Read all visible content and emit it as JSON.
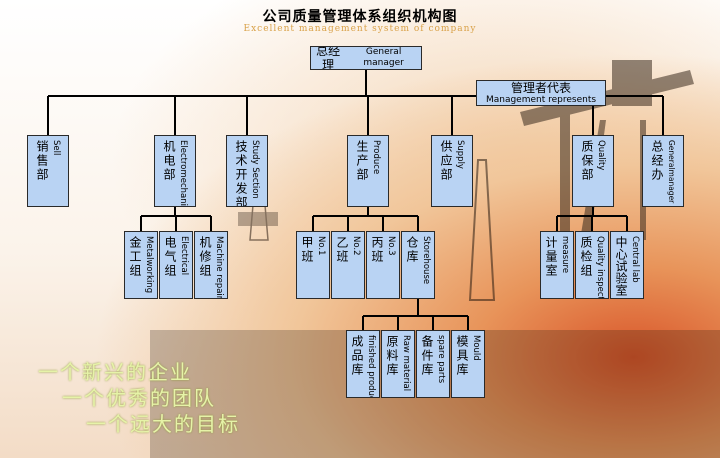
{
  "header": {
    "title": "公司质量管理体系组织机构图",
    "subtitle": "Excellent management system of company"
  },
  "top": {
    "zh": "总经理",
    "en": "General manager"
  },
  "rep": {
    "zh": "管理者代表",
    "en": "Management represents"
  },
  "departments": [
    {
      "zh": "销售部",
      "en": "Sell"
    },
    {
      "zh": "机电部",
      "en": "Electromechanical"
    },
    {
      "zh": "技术开发部",
      "en": "Study Section"
    },
    {
      "zh": "生产部",
      "en": "Produce"
    },
    {
      "zh": "供应部",
      "en": "Supply"
    },
    {
      "zh": "质保部",
      "en": "Quality"
    },
    {
      "zh": "总经办",
      "en": "Generalmanager office"
    }
  ],
  "electro_groups": [
    {
      "zh": "金工组",
      "en": "Metalworking"
    },
    {
      "zh": "电气组",
      "en": "Electrical"
    },
    {
      "zh": "机修组",
      "en": "Machine repair"
    }
  ],
  "produce_units": [
    {
      "zh": "甲班",
      "en": "No.1"
    },
    {
      "zh": "乙班",
      "en": "No.2"
    },
    {
      "zh": "丙班",
      "en": "No.3"
    },
    {
      "zh": "仓库",
      "en": "Storehouse"
    }
  ],
  "storehouse_units": [
    {
      "zh": "成品库",
      "en": "finished product"
    },
    {
      "zh": "原料库",
      "en": "Raw material"
    },
    {
      "zh": "备件库",
      "en": "spare parts"
    },
    {
      "zh": "模具库",
      "en": "Mould"
    }
  ],
  "quality_units": [
    {
      "zh": "计量室",
      "en": "measure"
    },
    {
      "zh": "质检组",
      "en": "Quality inspect"
    },
    {
      "zh": "中心试验室",
      "en": "Central lab"
    }
  ],
  "slogans": [
    "一个新兴的企业",
    "一个优秀的团队",
    "一个远大的目标"
  ]
}
